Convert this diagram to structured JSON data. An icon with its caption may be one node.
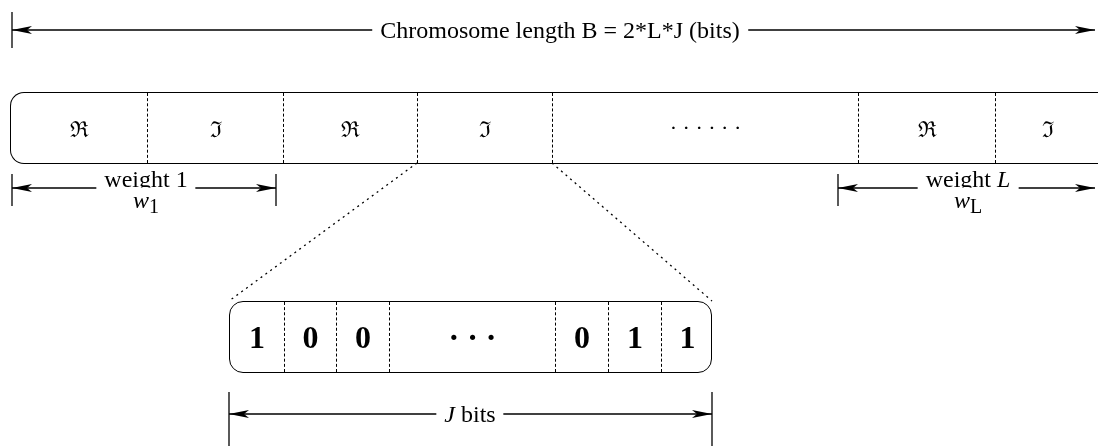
{
  "diagram": {
    "nodes": [
      {
        "text": [],
        "shape": "bar"
      },
      {
        "text": [
          "ℜ"
        ],
        "in": 0
      },
      {
        "text": [
          "ℑ"
        ],
        "in": 0
      },
      {
        "text": [
          "ℜ"
        ],
        "in": 0
      },
      {
        "text": [
          "ℑ"
        ],
        "in": 0
      },
      {
        "text": [
          "· · · · · ·"
        ],
        "in": 0
      },
      {
        "text": [
          "ℜ"
        ],
        "in": 0
      },
      {
        "text": [
          "ℑ"
        ],
        "in": 0
      },
      {
        "text": [],
        "shape": "bar"
      },
      {
        "text": [
          "1"
        ],
        "in": 8
      },
      {
        "text": [
          "0"
        ],
        "in": 8
      },
      {
        "text": [
          "0"
        ],
        "in": 8
      },
      {
        "text": [
          "·  ·  ·"
        ],
        "in": 8
      },
      {
        "text": [
          "0"
        ],
        "in": 8
      },
      {
        "text": [
          "1"
        ],
        "in": 8
      },
      {
        "text": [
          "1"
        ],
        "in": 8
      }
    ],
    "edges": [
      {
        "from": 4,
        "to": 8,
        "arrow": "none",
        "style": "dashed"
      },
      {
        "from": 4,
        "to": 8,
        "arrow": "none",
        "style": "dashed"
      }
    ],
    "labels": [
      "Chromosome length B = 2*L*J (bits)",
      "weight 1",
      "*w*$_{1}$",
      "weight *L*",
      "*w*$_{L}$",
      "*J* bits"
    ]
  }
}
